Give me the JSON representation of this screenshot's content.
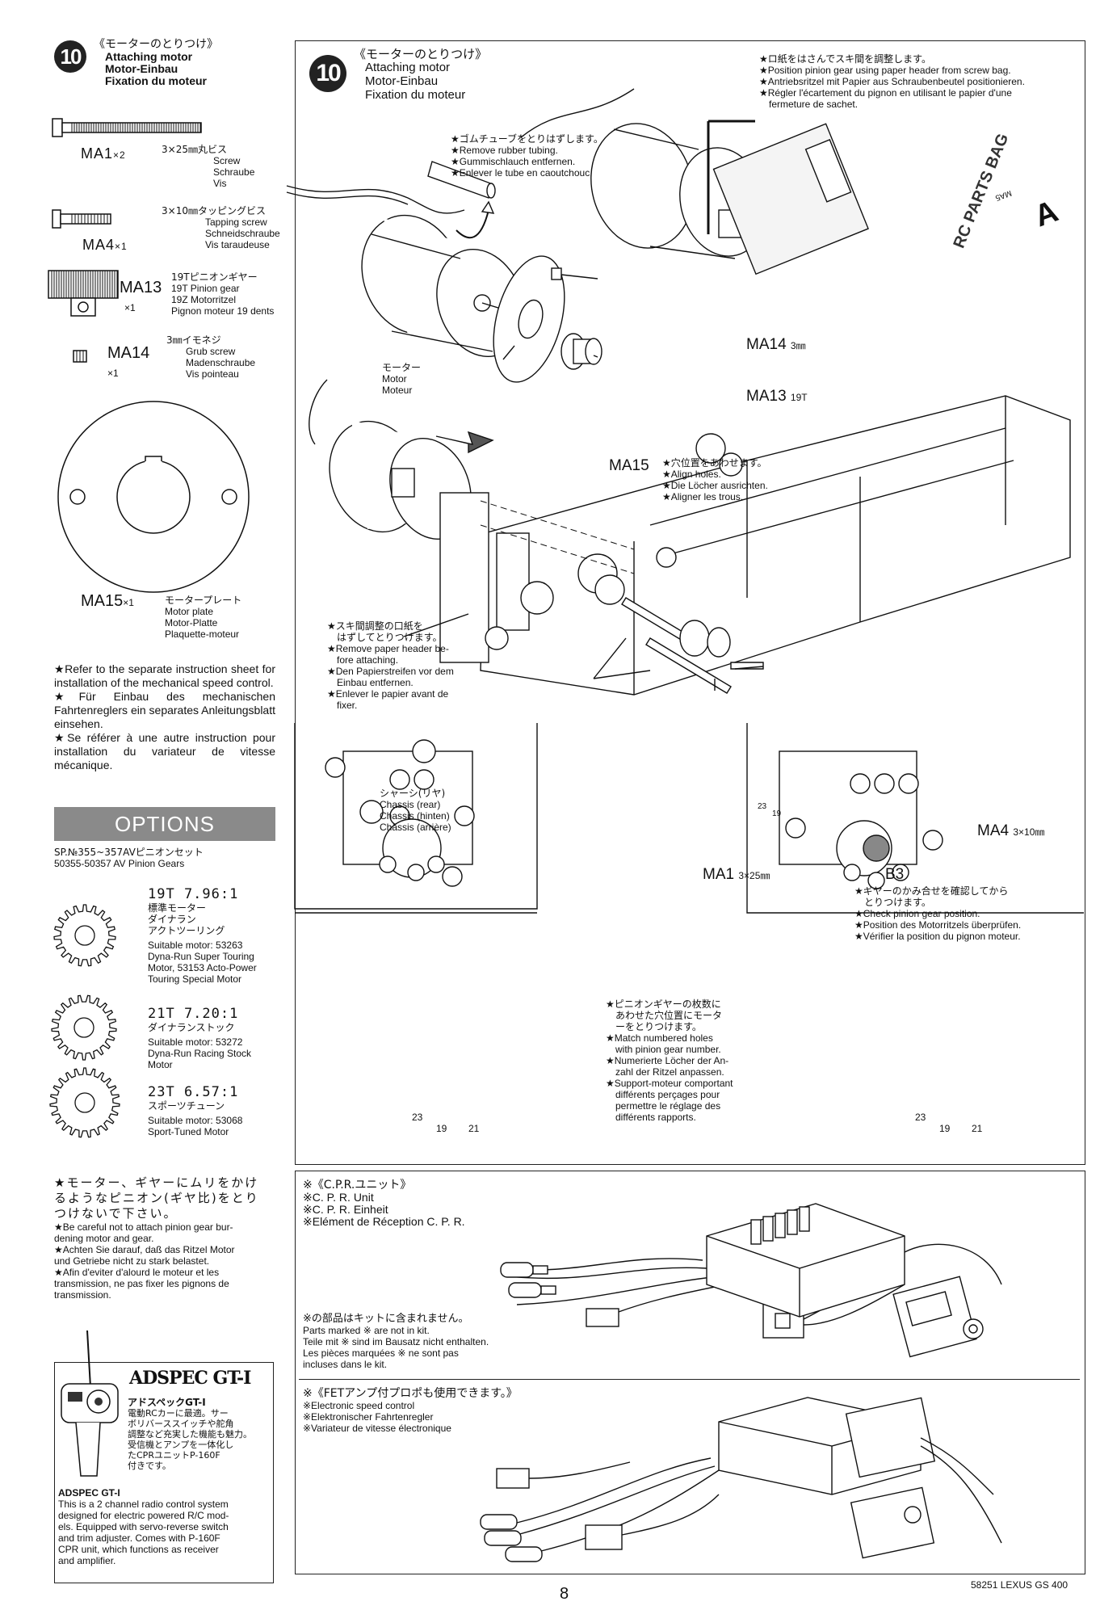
{
  "step": {
    "number": "10",
    "title_jp": "《モーターのとりつけ》",
    "title_en": "Attaching motor",
    "title_de": "Motor-Einbau",
    "title_fr": "Fixation du moteur"
  },
  "parts": {
    "ma1": {
      "code": "MA1",
      "qty": "×2",
      "spec": "3×25㎜丸ビス",
      "en": "Screw",
      "de": "Schraube",
      "fr": "Vis"
    },
    "ma4": {
      "code": "MA4",
      "qty": "×1",
      "spec": "3×10㎜タッピングビス",
      "en": "Tapping screw",
      "de": "Schneidschraube",
      "fr": "Vis taraudeuse"
    },
    "ma13": {
      "code": "MA13",
      "qty": "×1",
      "spec": "19Tピニオンギヤー",
      "en": "19T Pinion gear",
      "de": "19Z Motorritzel",
      "fr": "Pignon moteur 19 dents"
    },
    "ma14": {
      "code": "MA14",
      "qty": "×1",
      "spec": "3㎜イモネジ",
      "en": "Grub screw",
      "de": "Madenschraube",
      "fr": "Vis pointeau"
    },
    "ma15": {
      "code": "MA15",
      "qty": "×1",
      "spec": "モータープレート",
      "en": "Motor plate",
      "de": "Motor-Platte",
      "fr": "Plaquette-moteur"
    }
  },
  "refer_note": {
    "en": "★Refer to the separate instruction sheet for installation of the mechanical speed control.",
    "de": "★Für Einbau des mechanischen Fahrtenreglers ein separates Anleitungsblatt einsehen.",
    "fr": "★Se référer à une autre instruction pour installation du variateur de vitesse mécanique."
  },
  "options": {
    "header": "OPTIONS",
    "sp_jp": "SP.№355~357AVピニオンセット",
    "sp_en": "50355-50357 AV Pinion Gears",
    "gears": [
      {
        "label": "19T 7.96:1",
        "jp1": "標準モーター",
        "jp2": "ダイナラン",
        "jp3": "アクトツーリング",
        "desc": [
          "Suitable motor: 53263",
          "Dyna-Run Super Touring",
          "Motor, 53153 Acto-Power",
          "Touring Special Motor"
        ]
      },
      {
        "label": "21T 7.20:1",
        "jp1": "ダイナランストック",
        "jp2": "",
        "jp3": "",
        "desc": [
          "Suitable motor: 53272",
          "Dyna-Run Racing Stock",
          "Motor"
        ]
      },
      {
        "label": "23T 6.57:1",
        "jp1": "スポーツチューン",
        "jp2": "",
        "jp3": "",
        "desc": [
          "Suitable motor: 53068",
          "Sport-Tuned Motor"
        ]
      }
    ]
  },
  "caution": {
    "jp": [
      "★モーター、ギヤーにムリをかけ",
      "るようなピニオン(ギヤ比)をとり",
      "つけないで下さい。"
    ],
    "en": [
      "★Be careful not to attach pinion gear bur-",
      "dening motor and gear."
    ],
    "de": [
      "★Achten Sie darauf, daß das Ritzel Motor",
      "und Getriebe nicht zu stark belastet."
    ],
    "fr": [
      "★Afin d'eviter d'alourd le moteur et les",
      "transmission, ne pas fixer les pignons de",
      "transmission."
    ]
  },
  "adspec": {
    "logo": "ADSPEC GT-I",
    "jp_title": "アドスペックGT-I",
    "jp_desc": [
      "電動RCカーに最適。サー",
      "ボリバーススイッチや舵角",
      "調整など充実した機能も魅力。",
      "受信機とアンプを一体化し",
      "たCPRユニットP-160F",
      "付きです。"
    ],
    "title": "ADSPEC GT-I",
    "desc": [
      "This is a 2 channel radio control system",
      "designed for electric powered R/C mod-",
      "els. Equipped with servo-reverse switch",
      "and trim adjuster. Comes with P-160F",
      "CPR unit, which functions as receiver",
      "and amplifier."
    ]
  },
  "diagram": {
    "tubing": {
      "jp": "★ゴムチューブをとりはずします。",
      "en": "★Remove rubber tubing.",
      "de": "★Gummischlauch entfernen.",
      "fr": "★Enlever le tube en caoutchouc."
    },
    "position": {
      "jp": "★ロ紙をはさんでスキ間を調整します。",
      "en": "★Position pinion gear using paper header from screw bag.",
      "de": "★Antriebsritzel mit Papier aus Schraubenbeutel positionieren.",
      "fr1": "★Régler l'écartement du pignon en utilisant le papier d'une",
      "fr2": "fermeture de sachet."
    },
    "motor": {
      "jp": "モーター",
      "en": "Motor",
      "fr": "Moteur"
    },
    "ma14_label": "MA14",
    "ma14_size": "3㎜",
    "ma13_label": "MA13",
    "ma13_size": "19T",
    "ma15_label": "MA15",
    "align": {
      "jp": "★穴位置をあわせます。",
      "en": "★Align holes.",
      "de": "★Die Löcher ausrichten.",
      "fr": "★Aligner les trous."
    },
    "paper": {
      "jp1": "★スキ間調整の口紙を",
      "jp2": "はずしてとりつけます。",
      "en1": "★Remove paper header be-",
      "en2": "fore attaching.",
      "de1": "★Den Papierstreifen vor dem",
      "de2": "Einbau entfernen.",
      "fr1": "★Enlever le papier avant de",
      "fr2": "fixer."
    },
    "chassis": {
      "jp": "シャーシ(リヤ)",
      "en": "Chassis (rear)",
      "de": "Chassis (hinten)",
      "fr": "Châssis (arrière)"
    },
    "ma1_label": "MA1",
    "ma1_size": "3×25㎜",
    "ma4_label": "MA4",
    "ma4_size": "3×10㎜",
    "b3": "B3",
    "check": {
      "jp1": "★ギヤーのかみ合せを確認してから",
      "jp2": "とりつけます。",
      "en": "★Check pinion gear position.",
      "de": "★Position des Motorritzels überprüfen.",
      "fr": "★Vérifier la position du pignon moteur."
    },
    "match": {
      "jp1": "★ピニオンギヤーの枚数に",
      "jp2": "あわせた穴位置にモータ",
      "jp3": "ーをとりつけます。",
      "en1": "★Match numbered holes",
      "en2": "with pinion gear number.",
      "de1": "★Numerierte Löcher der An-",
      "de2": "zahl der Ritzel anpassen.",
      "fr1": "★Support-moteur comportant",
      "fr2": "différents perçages pour",
      "fr3": "permettre le réglage des",
      "fr4": "différents rapports."
    },
    "hole_nums": [
      "23",
      "19",
      "21"
    ],
    "small_nums": [
      "23",
      "19"
    ]
  },
  "cpr": {
    "jp": "※《C.P.R.ユニット》",
    "en": "※C. P. R. Unit",
    "de": "※C. P. R. Einheit",
    "fr": "※Elément de Réception C. P. R.",
    "not_incl_jp": "※の部品はキットに含まれません。",
    "not_incl": [
      "Parts marked ※ are not in kit.",
      "Teile mit ※ sind im Bausatz nicht enthalten.",
      "Les pièces marquées ※ ne sont pas",
      "incluses dans le kit."
    ]
  },
  "fet": {
    "jp": "※《FETアンプ付プロポも使用できます。》",
    "en": "※Electronic speed control",
    "de": "※Elektronischer Fahrtenregler",
    "fr": "※Variateur de vitesse électronique"
  },
  "bag": {
    "text": "RC PARTS BAG",
    "letter": "A",
    "code": "MA5"
  },
  "footer": {
    "page": "8",
    "model": "58251 LEXUS GS 400"
  }
}
